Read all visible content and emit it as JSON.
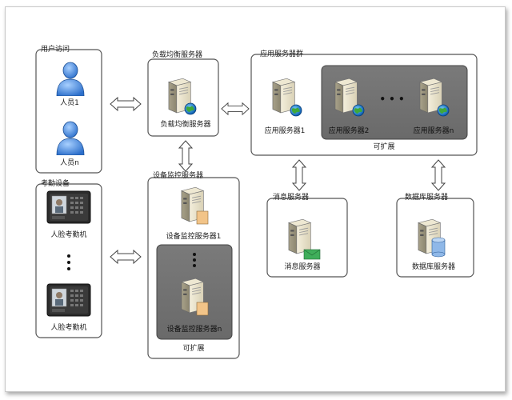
{
  "groups": {
    "user_access": "用户访问",
    "load_balancer": "负载均衡服务器",
    "app_servers": "应用服务器群",
    "attendance_devices": "考勤设备",
    "device_monitor": "设备监控服务器",
    "message_server": "消息服务器",
    "database_server": "数据库服务器"
  },
  "nodes": {
    "user1": "人员1",
    "usern": "人员n",
    "lb_server": "负载均衡服务器",
    "app1": "应用服务器1",
    "app2": "应用服务器2",
    "appn": "应用服务器n",
    "face1": "人脸考勤机",
    "face2": "人脸考勤机",
    "mon1": "设备监控服务器1",
    "monn": "设备监控服务器n",
    "msg": "消息服务器",
    "db": "数据库服务器"
  },
  "labels": {
    "app_scalable": "可扩展",
    "mon_scalable": "可扩展",
    "ellipsis_h": "• • •"
  }
}
